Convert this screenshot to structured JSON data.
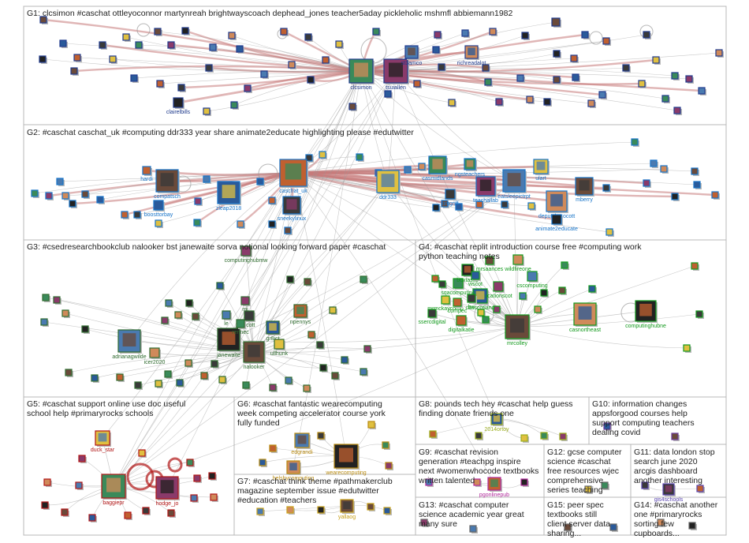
{
  "colors": {
    "G1": "#1f3a8c",
    "G2": "#1673c8",
    "G3": "#2f6b2f",
    "G4": "#12991c",
    "G5": "#b01515",
    "G6": "#b88a10",
    "G7": "#c9a018",
    "G8": "#9aad1a",
    "G9": "#b0289a",
    "G10": "#6a3a9a",
    "G11": "#5a45b0",
    "edge_gray": "#9a9a9a",
    "edge_red": "#c77a7a"
  },
  "groups": [
    {
      "id": "G1",
      "title": "G1: clcsimon #caschat ottleyoconnor martynreah brightwayscoach dephead_jones teacher5aday pickleholic mshmfl abbiemann1982"
    },
    {
      "id": "G2",
      "title": "G2: #caschat caschat_uk #computing ddr333 year share animate2educate highlighting please #edutwitter"
    },
    {
      "id": "G3",
      "title": "G3: #csedresearchbookclub nalooker bst janewaite sorva notional looking forward paper #caschat"
    },
    {
      "id": "G4",
      "title": "G4: #caschat replit introduction course free #computing work python teaching notes"
    },
    {
      "id": "G5",
      "title": "G5: #caschat support online use doc useful school help #primaryrocks schools"
    },
    {
      "id": "G6",
      "title": "G6: #caschat fantastic wearecomputing week competing accelerator course york fully funded"
    },
    {
      "id": "G7",
      "title": "G7: #caschat think theme #pathmakerclub magazine september issue #edutwitter #education #teachers"
    },
    {
      "id": "G8",
      "title": "G8: pounds tech hey #caschat help guess finding donate friends one"
    },
    {
      "id": "G9",
      "title": "G9: #caschat revision generation #teachpg inspire next #womenwhocode textbooks written talented"
    },
    {
      "id": "G10",
      "title": "G10: information changes appsforgood courses help support computing teachers dealing covid"
    },
    {
      "id": "G11",
      "title": "G11: data london stop search june 2020 arcgis dashboard another interesting"
    },
    {
      "id": "G12",
      "title": "G12: gcse computer science #caschat free resources wjec comprehensive series teaching"
    },
    {
      "id": "G13",
      "title": "G13: #caschat computer science academic year great many sure"
    },
    {
      "id": "G14",
      "title": "G14: #caschat another one #primaryrocks sorting few cupboards..."
    },
    {
      "id": "G15",
      "title": "G15: peer spec textbooks still client server data sharing..."
    }
  ],
  "labeled_nodes": [
    {
      "group": "G1",
      "label": "clcsimon"
    },
    {
      "group": "G1",
      "label": "tsuiallen"
    },
    {
      "group": "G1",
      "label": "st3amco"
    },
    {
      "group": "G1",
      "label": "richreadalot"
    },
    {
      "group": "G1",
      "label": "clairelbills"
    },
    {
      "group": "G2",
      "label": "compatsch"
    },
    {
      "group": "G2",
      "label": "zleap2018"
    },
    {
      "group": "G2",
      "label": "caschat_uk"
    },
    {
      "group": "G2",
      "label": "sneekylinux"
    },
    {
      "group": "G2",
      "label": "ddr333"
    },
    {
      "group": "G2",
      "label": "casmidlands"
    },
    {
      "group": "G2",
      "label": "teachallab"
    },
    {
      "group": "G2",
      "label": "eatsleepictrpt"
    },
    {
      "group": "G2",
      "label": "deputybgrocott"
    },
    {
      "group": "G2",
      "label": "animate2educate"
    },
    {
      "group": "G2",
      "label": "mberry"
    },
    {
      "group": "G2",
      "label": "boosttorbay"
    },
    {
      "group": "G2",
      "label": "hardi"
    },
    {
      "group": "G2",
      "label": "timgriff"
    },
    {
      "group": "G2",
      "label": "ulart"
    },
    {
      "group": "G2",
      "label": "ngsteachers"
    },
    {
      "group": "G3",
      "label": "computinghubmw"
    },
    {
      "group": "G3",
      "label": "adrianagwilde"
    },
    {
      "group": "G3",
      "label": "icer2020"
    },
    {
      "group": "G3",
      "label": "janewaite"
    },
    {
      "group": "G3",
      "label": "nalooker"
    },
    {
      "group": "G3",
      "label": "gr8ict"
    },
    {
      "group": "G3",
      "label": "npennys"
    },
    {
      "group": "G3",
      "label": "scott"
    },
    {
      "group": "G3",
      "label": "ullhunk"
    },
    {
      "group": "G3",
      "label": "rennec"
    },
    {
      "group": "G3",
      "label": "mi"
    },
    {
      "group": "G3",
      "label": "le"
    },
    {
      "group": "G4",
      "label": "casnortheast"
    },
    {
      "group": "G4",
      "label": "computinghubne"
    },
    {
      "group": "G4",
      "label": "mrcolley"
    },
    {
      "group": "G4",
      "label": "casscotland"
    },
    {
      "group": "G4",
      "label": "digitalkatie"
    },
    {
      "group": "G4",
      "label": "ssercdigital"
    },
    {
      "group": "G4",
      "label": "mrmckaycomp"
    },
    {
      "group": "G4",
      "label": "sqacomputing"
    },
    {
      "group": "G4",
      "label": "ucationscot"
    },
    {
      "group": "G4",
      "label": "cscomputing"
    },
    {
      "group": "G4",
      "label": "wildfireone"
    },
    {
      "group": "G4",
      "label": "boxtastic"
    },
    {
      "group": "G4",
      "label": "mrsaances"
    },
    {
      "group": "G4",
      "label": "wscot"
    },
    {
      "group": "G4",
      "label": "compec"
    },
    {
      "group": "G4",
      "label": "bw"
    },
    {
      "group": "G5",
      "label": "duck_star"
    },
    {
      "group": "G5",
      "label": "baggiepr"
    },
    {
      "group": "G5",
      "label": "hodge_jo"
    },
    {
      "group": "G6",
      "label": "edgrandi"
    },
    {
      "group": "G6",
      "label": "helsbycomputing"
    },
    {
      "group": "G6",
      "label": "wearecomputing"
    },
    {
      "group": "G7",
      "label": "yallaog"
    },
    {
      "group": "G8",
      "label": "2014ortoy"
    },
    {
      "group": "G9",
      "label": "pgonlinepub"
    },
    {
      "group": "G11",
      "label": "gis4schools"
    }
  ]
}
